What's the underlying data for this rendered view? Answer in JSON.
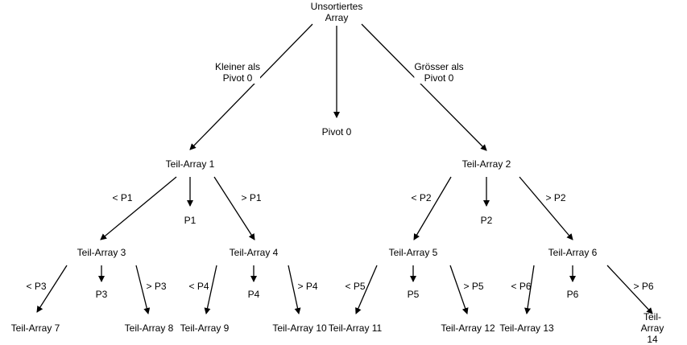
{
  "nodes": {
    "root": "Unsortiertes\nArray",
    "pivot0": "Pivot 0",
    "ta1": "Teil-Array 1",
    "ta2": "Teil-Array 2",
    "p1": "P1",
    "p2": "P2",
    "ta3": "Teil-Array 3",
    "ta4": "Teil-Array 4",
    "ta5": "Teil-Array 5",
    "ta6": "Teil-Array 6",
    "p3": "P3",
    "p4": "P4",
    "p5": "P5",
    "p6": "P6",
    "ta7": "Teil-Array 7",
    "ta8": "Teil-Array 8",
    "ta9": "Teil-Array 9",
    "ta10": "Teil-Array 10",
    "ta11": "Teil-Array 11",
    "ta12": "Teil-Array 12",
    "ta13": "Teil-Array 13",
    "ta14": "Teil-Array 14"
  },
  "edge_labels": {
    "root_left": "Kleiner als\nPivot 0",
    "root_right": "Grösser als\nPivot 0",
    "ta1_left": "< P1",
    "ta1_right": "> P1",
    "ta2_left": "< P2",
    "ta2_right": "> P2",
    "ta3_left": "< P3",
    "ta3_right": "> P3",
    "ta4_left": "< P4",
    "ta4_right": "> P4",
    "ta5_left": "< P5",
    "ta5_right": "> P5",
    "ta6_left": "< P6",
    "ta6_right": "> P6"
  },
  "colors": {
    "line": "#000000",
    "text": "#000000",
    "background": "#ffffff"
  }
}
